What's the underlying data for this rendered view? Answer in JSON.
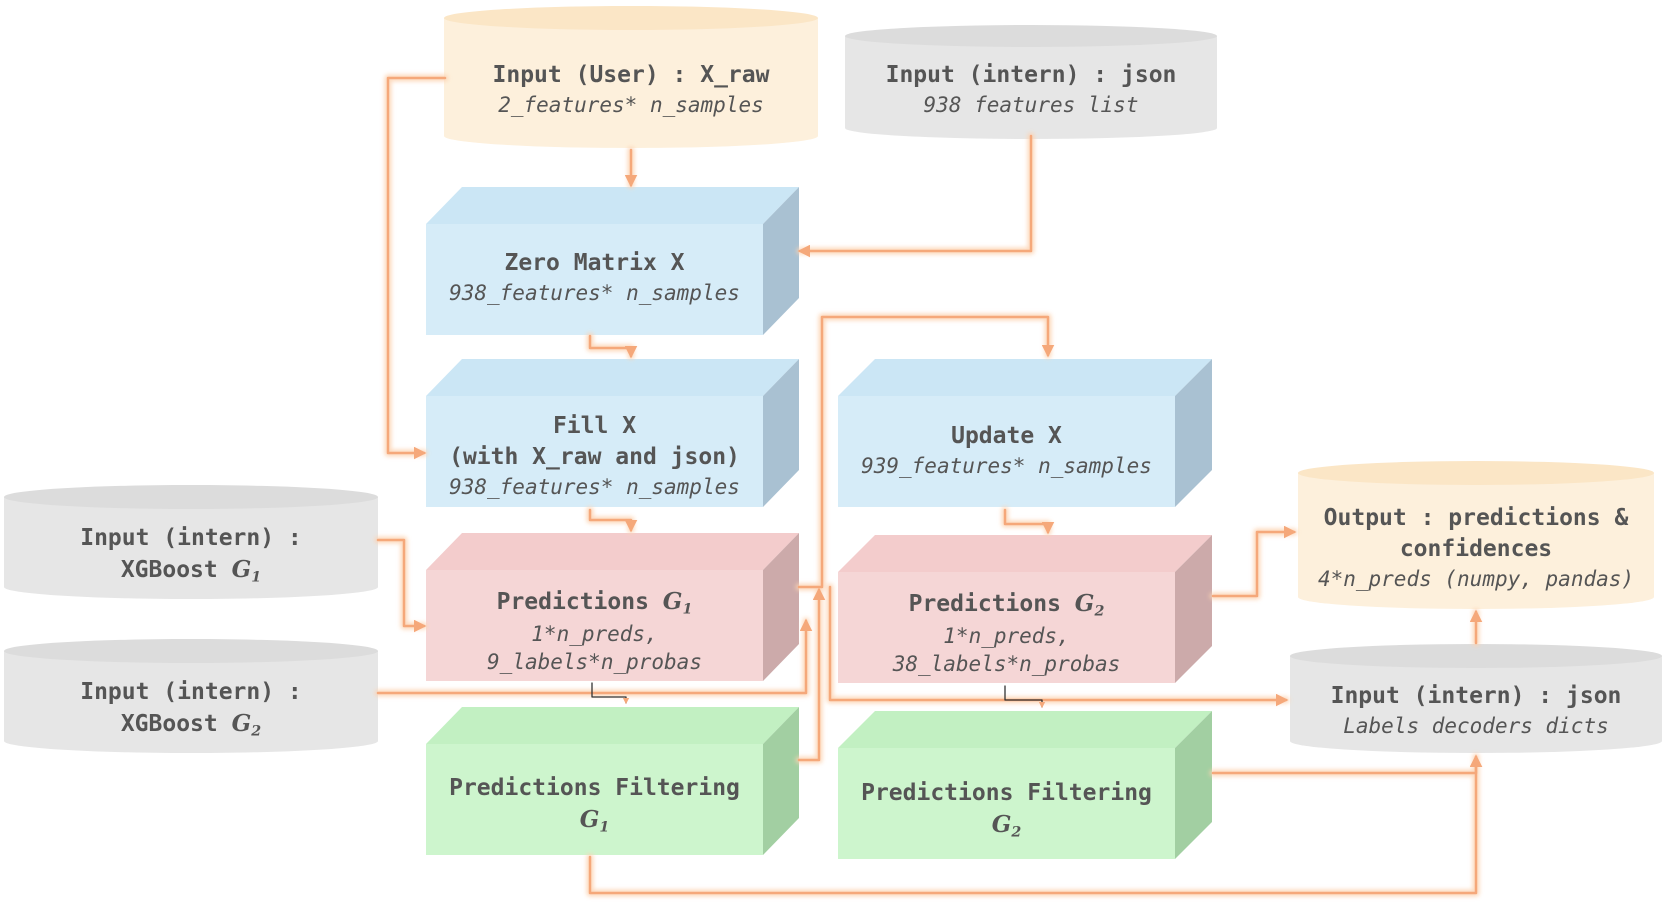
{
  "nodes": {
    "input_user": {
      "title": "Input (User) : X_raw",
      "subtitle": "2_features* n_samples"
    },
    "input_json_features": {
      "title": "Input (intern) : json",
      "subtitle": "938 features list"
    },
    "zero_matrix": {
      "title": "Zero Matrix X",
      "subtitle": "938_features* n_samples"
    },
    "fill_x": {
      "title": "Fill X",
      "title2": "(with X_raw and json)",
      "subtitle": "938_features* n_samples"
    },
    "update_x": {
      "title": "Update X",
      "subtitle": "939_features* n_samples"
    },
    "xgboost_g1": {
      "title": "Input (intern) :",
      "title2": "XGBoost",
      "sym": "G",
      "sub": "1"
    },
    "xgboost_g2": {
      "title": "Input (intern) :",
      "title2": "XGBoost",
      "sym": "G",
      "sub": "2"
    },
    "pred_g1": {
      "title": "Predictions",
      "sym": "G",
      "sub": "1",
      "line1": "1*n_preds,",
      "line2": "9_labels*n_probas"
    },
    "pred_g2": {
      "title": "Predictions",
      "sym": "G",
      "sub": "2",
      "line1": "1*n_preds,",
      "line2": "38_labels*n_probas"
    },
    "filter_g1": {
      "title": "Predictions Filtering",
      "sym": "G",
      "sub": "1"
    },
    "filter_g2": {
      "title": "Predictions Filtering",
      "sym": "G",
      "sub": "2"
    },
    "output": {
      "title": "Output : predictions &",
      "title2": "confidences",
      "subtitle": "4*n_preds (numpy, pandas)"
    },
    "input_json_decoders": {
      "title": "Input (intern) : json",
      "subtitle": "Labels decoders dicts"
    }
  },
  "colors": {
    "orange_fill": "#fdf0dc",
    "grey_fill": "#e6e6e6",
    "blue_fill": "#d6ecf8",
    "pink_fill": "#f5d6d6",
    "green_fill": "#cdf5cd",
    "connector": "#f6b98a",
    "text": "#555555"
  }
}
